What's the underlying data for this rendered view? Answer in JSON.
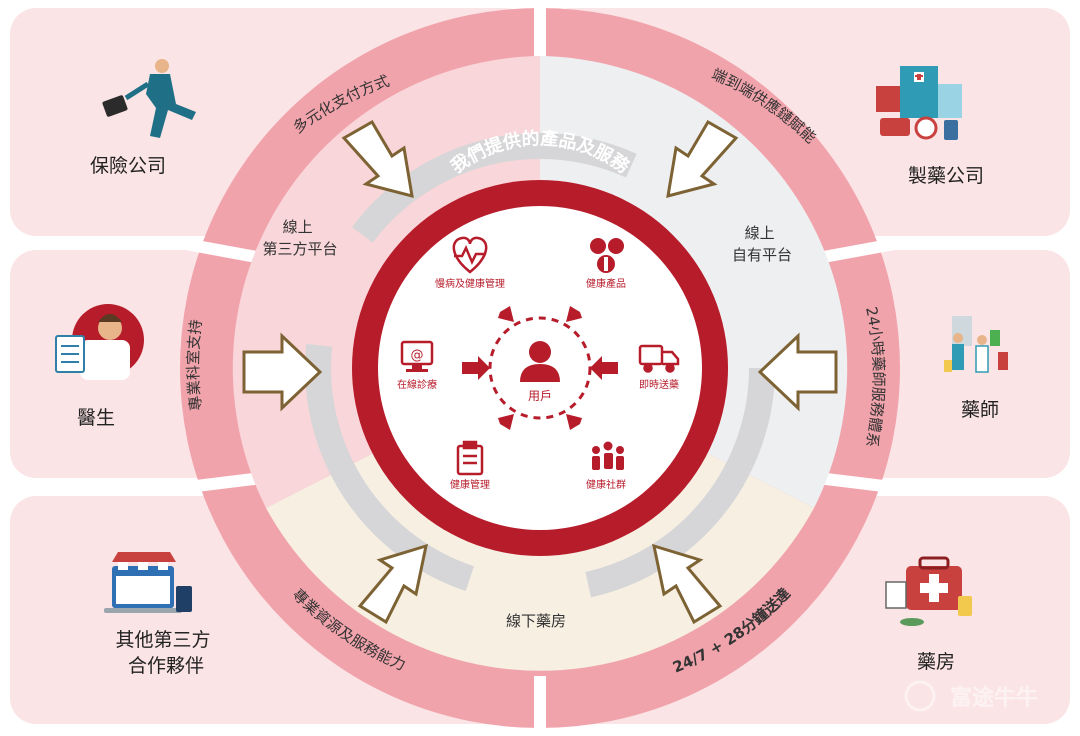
{
  "center": {
    "title": "我們提供的產品及服務",
    "user_label": "用戶",
    "services": {
      "chronic": "慢病及健康管理",
      "health_products": "健康產品",
      "online_consult": "在線診療",
      "instant_delivery": "即時送藥",
      "health_management": "健康管理",
      "health_community": "健康社群"
    }
  },
  "platforms": {
    "online_third_party": [
      "線上",
      "第三方平台"
    ],
    "online_own": [
      "線上",
      "自有平台"
    ],
    "offline_pharmacy": "線下藥房"
  },
  "ring_labels": {
    "diversified_payment": "多元化支付方式",
    "end_to_end_supply": "端到端供應鏈賦能",
    "professional_support": "專業科室支持",
    "pharmacist_system": "24小時藥師服務體系",
    "professional_resources": "專業資源及服務能力",
    "delivery_28min": "24/7 + 28分鐘送達"
  },
  "partners": {
    "insurance": "保險公司",
    "pharma": "製藥公司",
    "doctor": "醫生",
    "pharmacist": "藥師",
    "other_partners": [
      "其他第三方",
      "合作夥伴"
    ],
    "pharmacy": "藥房"
  },
  "watermark": "富途牛牛",
  "colors": {
    "brand_red": "#b71c2b",
    "ring_pink": "#f1a3ac",
    "panel_pink": "#fbe4e6",
    "sector_pink": "#f9d6d9",
    "sector_grey": "#eeeff1",
    "sector_cream": "#f6efe2",
    "arrow_brown": "#7d6233"
  }
}
